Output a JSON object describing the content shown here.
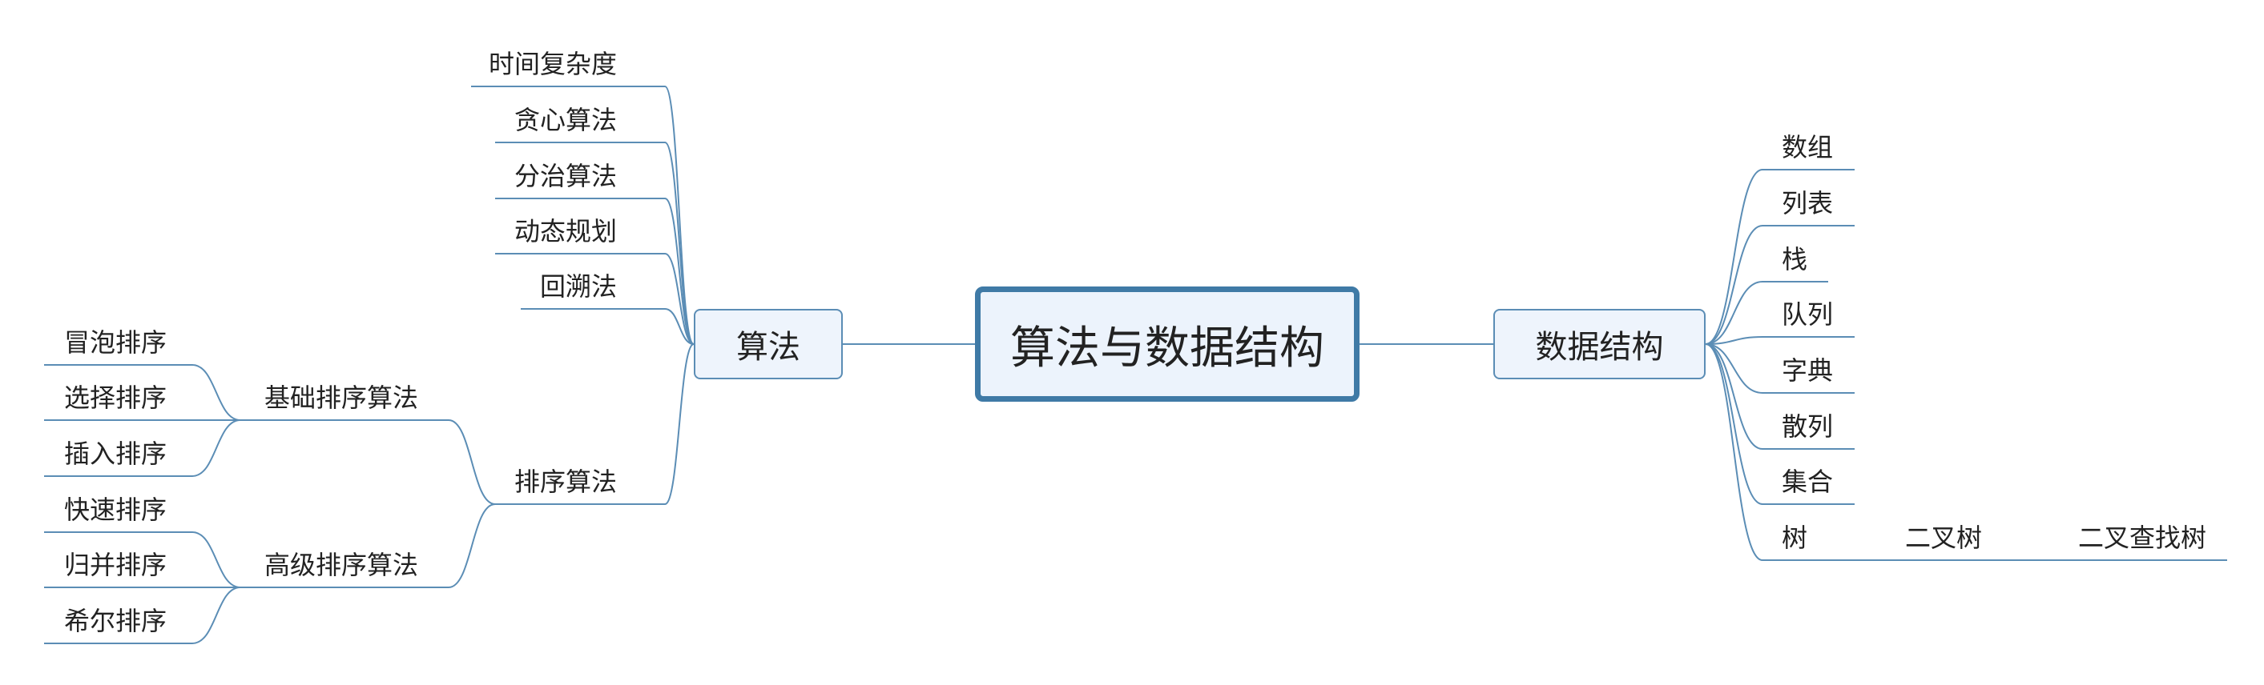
{
  "root": {
    "label": "算法与数据结构"
  },
  "algorithm": {
    "label": "算法",
    "children": [
      "时间复杂度",
      "贪心算法",
      "分治算法",
      "动态规划",
      "回溯法"
    ],
    "sorting": {
      "label": "排序算法",
      "basic": {
        "label": "基础排序算法",
        "children": [
          "冒泡排序",
          "选择排序",
          "插入排序"
        ]
      },
      "advanced": {
        "label": "高级排序算法",
        "children": [
          "快速排序",
          "归并排序",
          "希尔排序"
        ]
      }
    }
  },
  "data_structure": {
    "label": "数据结构",
    "children": [
      "数组",
      "列表",
      "栈",
      "队列",
      "字典",
      "散列",
      "集合",
      "树"
    ],
    "tree_child": "二叉树",
    "tree_grandchild": "二叉查找树"
  },
  "colors": {
    "line": "#5b8db5",
    "box_fill": "#eef4fc",
    "root_border": "#3f7aa6"
  }
}
